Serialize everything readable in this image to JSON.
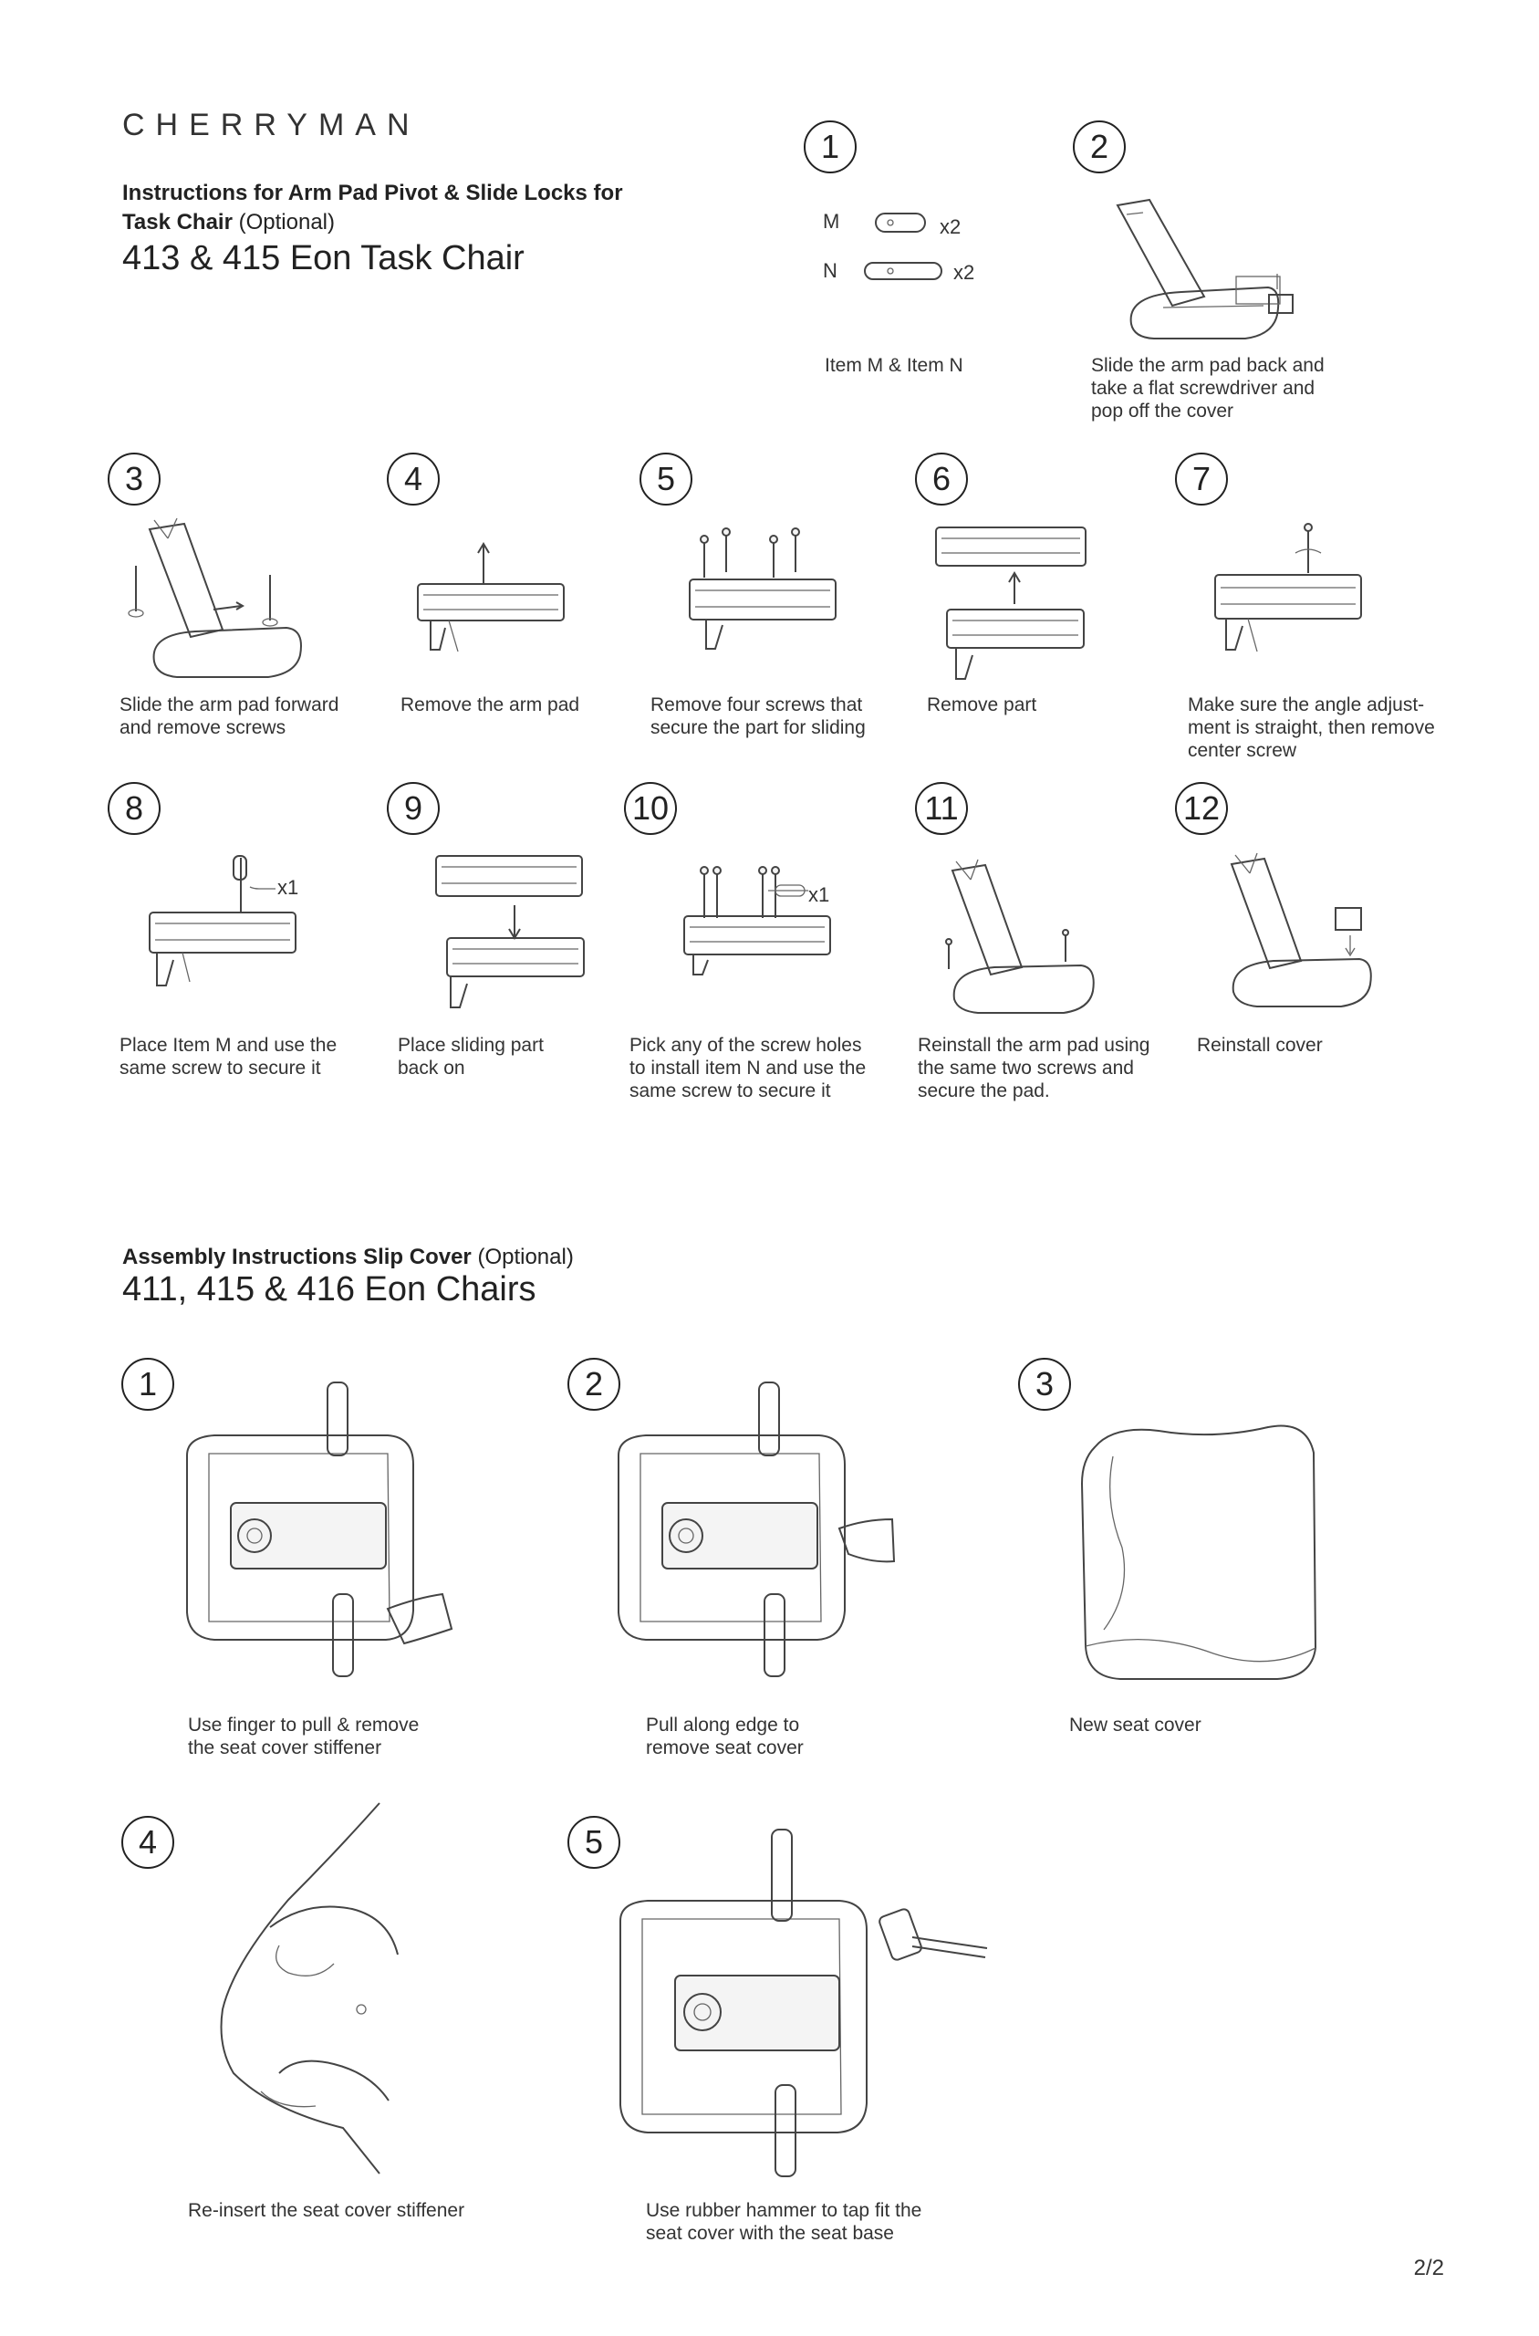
{
  "brand": "CHERRYMAN",
  "section1": {
    "title_bold": "Instructions for Arm Pad Pivot & Slide Locks for Task Chair",
    "title_optional": "(Optional)",
    "subtitle": "413 & 415 Eon Task Chair",
    "items": {
      "m_label": "M",
      "m_qty": "x2",
      "n_label": "N",
      "n_qty": "x2"
    },
    "steps": [
      {
        "num": "1",
        "caption": "Item M & Item N"
      },
      {
        "num": "2",
        "caption": "Slide the arm pad back and\ntake a flat screwdriver and\npop off the cover"
      },
      {
        "num": "3",
        "caption": "Slide the arm pad forward\nand remove screws"
      },
      {
        "num": "4",
        "caption": "Remove the arm pad"
      },
      {
        "num": "5",
        "caption": "Remove four screws that\nsecure the part for sliding"
      },
      {
        "num": "6",
        "caption": "Remove part"
      },
      {
        "num": "7",
        "caption": "Make sure the angle adjust-\nment is straight, then remove\ncenter screw"
      },
      {
        "num": "8",
        "caption": "Place Item M and use the\nsame screw to secure it",
        "qty": "x1"
      },
      {
        "num": "9",
        "caption": "Place sliding part\nback on"
      },
      {
        "num": "10",
        "caption": "Pick any of the screw holes\nto install item N and use the\nsame screw to secure it",
        "qty": "x1"
      },
      {
        "num": "11",
        "caption": "Reinstall the arm pad using\nthe same two screws and\nsecure the pad."
      },
      {
        "num": "12",
        "caption": "Reinstall cover"
      }
    ]
  },
  "section2": {
    "title_bold": "Assembly Instructions Slip Cover",
    "title_optional": "(Optional)",
    "subtitle": "411, 415 & 416 Eon Chairs",
    "steps": [
      {
        "num": "1",
        "caption": "Use finger to pull & remove\nthe seat cover stiffener"
      },
      {
        "num": "2",
        "caption": "Pull along edge to\nremove seat cover"
      },
      {
        "num": "3",
        "caption": "New seat cover"
      },
      {
        "num": "4",
        "caption": "Re-insert the seat cover stiffener"
      },
      {
        "num": "5",
        "caption": "Use rubber hammer to tap fit the\nseat cover with the seat base"
      }
    ]
  },
  "page_number": "2/2"
}
